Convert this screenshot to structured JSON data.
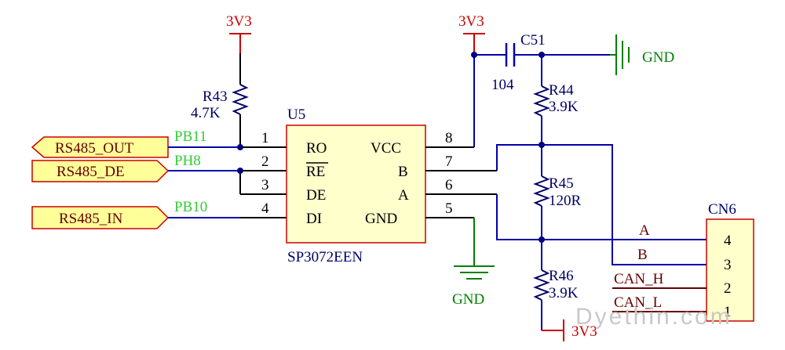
{
  "power": {
    "v_r43": "3V3",
    "v_c51": "3V3",
    "v_r46": "3V3"
  },
  "ground": {
    "gnd_u5": "GND",
    "gnd_c51": "GND"
  },
  "u5": {
    "ref": "U5",
    "part": "SP3072EEN",
    "pins_left": [
      {
        "num": "1",
        "name": "RO"
      },
      {
        "num": "2",
        "name": "RE"
      },
      {
        "num": "3",
        "name": "DE"
      },
      {
        "num": "4",
        "name": "DI"
      }
    ],
    "pins_right": [
      {
        "num": "8",
        "name": "VCC"
      },
      {
        "num": "7",
        "name": "B"
      },
      {
        "num": "6",
        "name": "A"
      },
      {
        "num": "5",
        "name": "GND"
      }
    ]
  },
  "r43": {
    "ref": "R43",
    "value": "4.7K"
  },
  "r44": {
    "ref": "R44",
    "value": "3.9K"
  },
  "r45": {
    "ref": "R45",
    "value": "120R"
  },
  "r46": {
    "ref": "R46",
    "value": "3.9K"
  },
  "c51": {
    "ref": "C51",
    "value": "104"
  },
  "ports": [
    {
      "label": "RS485_OUT",
      "pin": "PB11"
    },
    {
      "label": "RS485_DE",
      "pin": "PH8"
    },
    {
      "label": "RS485_IN",
      "pin": "PB10"
    }
  ],
  "cn6": {
    "ref": "CN6",
    "pins": [
      {
        "num": "4",
        "net": "A"
      },
      {
        "num": "3",
        "net": "B"
      },
      {
        "num": "2",
        "net": "CAN_H"
      },
      {
        "num": "1",
        "net": "CAN_L"
      }
    ]
  },
  "watermark": "Dyethin.com"
}
